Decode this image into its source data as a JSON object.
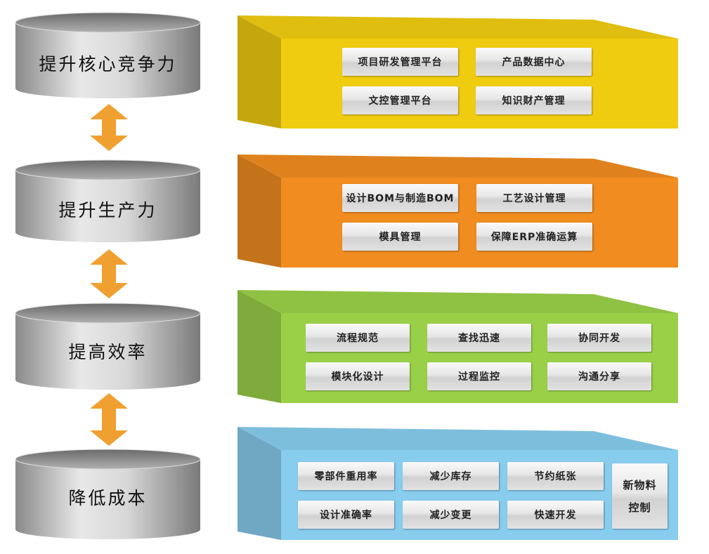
{
  "levels": [
    {
      "label": "提升核心竞争力",
      "color": "#f0cc10",
      "items": [
        "项目研发管理平台",
        "产品数据中心",
        "文控管理平台",
        "知识财产管理"
      ]
    },
    {
      "label": "提升生产力",
      "color": "#f08c20",
      "items": [
        "设计BOM与制造BOM",
        "工艺设计管理",
        "模具管理",
        "保障ERP准确运算"
      ]
    },
    {
      "label": "提高效率",
      "color": "#9ad048",
      "items": [
        "流程规范",
        "查找迅速",
        "协同开发",
        "模块化设计",
        "过程监控",
        "沟通分享"
      ]
    },
    {
      "label": "降低成本",
      "color": "#88ccee",
      "items": [
        "零部件重用率",
        "减少库存",
        "节约纸张",
        "设计准确率",
        "减少变更",
        "快速开发",
        "新物料控制"
      ]
    }
  ],
  "arrow_color": "#f0a030"
}
